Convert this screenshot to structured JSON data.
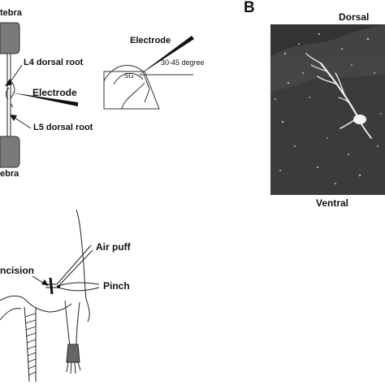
{
  "panel_a": {
    "vertebra_top_label": "tebra",
    "vertebra_bottom_label": "ebra",
    "l4_label": "L4 dorsal root",
    "electrode_label": "Electrode",
    "l5_label": "L5 dorsal root",
    "inset_electrode_label": "Electrode",
    "inset_angle_label": "30-45 degree",
    "inset_sg_label": "SG"
  },
  "panel_b": {
    "letter": "B",
    "dorsal_label": "Dorsal",
    "ventral_label": "Ventral"
  },
  "panel_c": {
    "incision_label": "ncision",
    "air_puff_label": "Air puff",
    "pinch_label": "Pinch"
  }
}
